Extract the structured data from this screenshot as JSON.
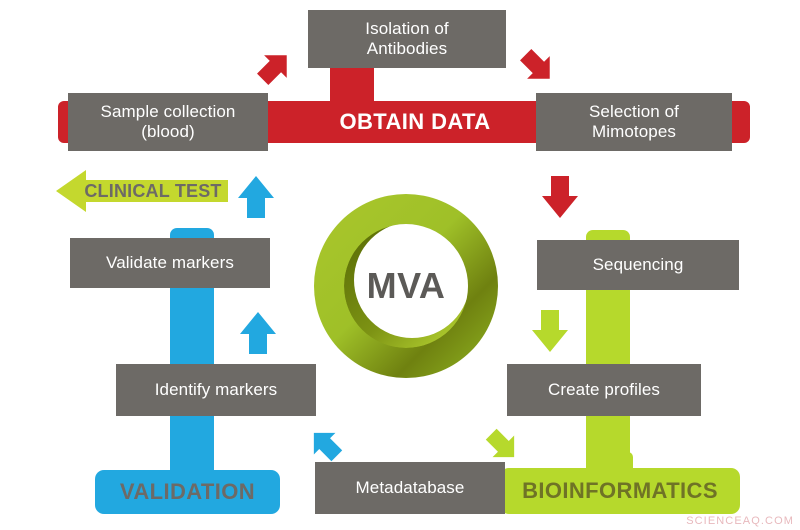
{
  "diagram": {
    "title": "MVA workflow diagram",
    "center": {
      "label": "MVA"
    },
    "phases": {
      "obtain": {
        "label": "OBTAIN DATA",
        "color": "#cc2229"
      },
      "validation": {
        "label": "VALIDATION",
        "color": "#22a8e0"
      },
      "bioinformatics": {
        "label": "BIOINFORMATICS",
        "color": "#b6d92c"
      },
      "clinical": {
        "label": "CLINICAL TEST",
        "color": "#c4d82e"
      }
    },
    "boxes": {
      "isolation": "Isolation of\nAntibodies",
      "isolation_line1": "Isolation of",
      "isolation_line2": "Antibodies",
      "sample_line1": "Sample collection",
      "sample_line2": "(blood)",
      "selection_line1": "Selection of",
      "selection_line2": "Mimotopes",
      "sequencing": "Sequencing",
      "create_profiles": "Create profiles",
      "metadatabase": "Metadatabase",
      "validate_markers": "Validate markers",
      "identify_markers": "Identify markers"
    },
    "arrows": [
      {
        "name": "red-arrow-up-left-of-isolation",
        "direction": "up-right",
        "color": "#cc2229"
      },
      {
        "name": "red-arrow-right-of-isolation",
        "direction": "down-right",
        "color": "#cc2229"
      },
      {
        "name": "red-arrow-to-sequencing",
        "direction": "down",
        "color": "#cc2229"
      },
      {
        "name": "green-arrow-to-create-profiles",
        "direction": "down",
        "color": "#b6d92c"
      },
      {
        "name": "green-arrow-to-bioinformatics",
        "direction": "down-right",
        "color": "#b6d92c"
      },
      {
        "name": "blue-arrow-from-metadatabase",
        "direction": "up-left",
        "color": "#22a8e0"
      },
      {
        "name": "blue-arrow-to-identify-markers",
        "direction": "up",
        "color": "#22a8e0"
      },
      {
        "name": "blue-arrow-to-validate-markers",
        "direction": "up",
        "color": "#22a8e0"
      },
      {
        "name": "clinical-test-arrow",
        "direction": "left",
        "color": "#c4d82e"
      }
    ],
    "watermark": "SCIENCEAQ.COM",
    "colors": {
      "box_gray": "#6d6a66",
      "red": "#cc2229",
      "blue": "#22a8e0",
      "green": "#b6d92c",
      "ring_green_light": "#a9c72b",
      "ring_green_dark": "#6f7d10",
      "text_gray": "#6d6a66",
      "watermark": "#e8b9bd"
    }
  }
}
